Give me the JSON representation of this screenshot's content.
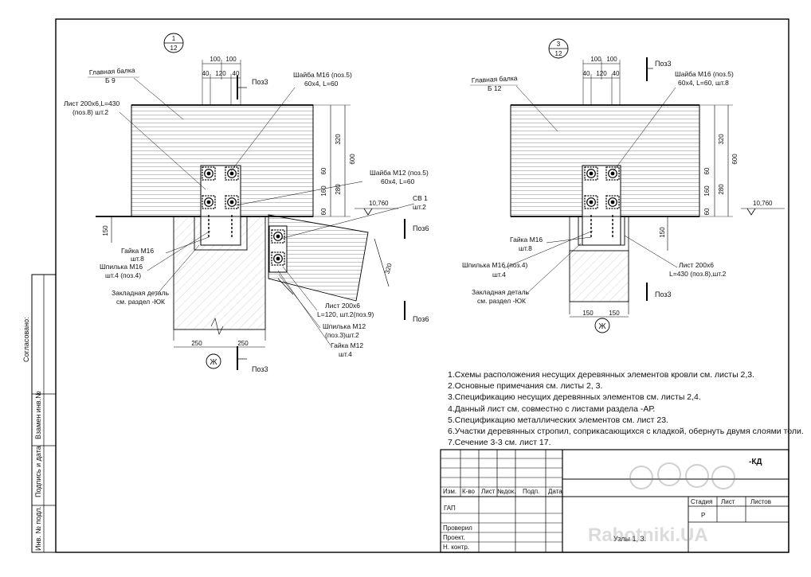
{
  "node1": {
    "marker_top": "1",
    "marker_bottom": "12",
    "beam_title": "Главная балка",
    "beam_code": "Б 9",
    "pos3_top": "Поз3",
    "pos3_bottom": "Поз3",
    "pos6_top": "Поз6",
    "pos6_bottom": "Поз6",
    "dims_top": [
      "100",
      "100"
    ],
    "dims_mid": [
      "40",
      "120",
      "40"
    ],
    "dims_right": [
      "320",
      "600",
      "60",
      "160",
      "280",
      "60"
    ],
    "dim_left": "150",
    "dims_bottom": [
      "250",
      "250"
    ],
    "dim_rafter": "320",
    "elevation": "10,760",
    "leaders": {
      "sheet_a": "Лист 200х6,L=430",
      "sheet_b": "(поз.8) шт.2",
      "washer16_a": "Шайба М16 (поз.5)",
      "washer16_b": "60х4, L=60",
      "washer12_a": "Шайба М12 (поз.5)",
      "washer12_b": "60х4, L=60",
      "sv_a": "СВ 1",
      "sv_b": "шт.2",
      "nut16_a": "Гайка М16",
      "nut16_b": "шт.8",
      "stud16_a": "Шпилька М16",
      "stud16_b": "шт.4 (поз.4)",
      "embed_a": "Закладная деталь",
      "embed_b": "см. раздел -ЮК",
      "sheet2_a": "Лист 200х6",
      "sheet2_b": "L=120, шт.2(поз.9)",
      "stud12_a": "Шпилька М12",
      "stud12_b": "(поз.3)шт.2",
      "nut12_a": "Гайка М12",
      "nut12_b": "шт.4"
    },
    "axis": "Ж"
  },
  "node3": {
    "marker_top": "3",
    "marker_bottom": "12",
    "beam_title": "Главная балка",
    "beam_code": "Б 12",
    "pos3_top": "Поз3",
    "pos3_bottom": "Поз3",
    "dims_top": [
      "100",
      "100"
    ],
    "dims_mid": [
      "40",
      "120",
      "40"
    ],
    "dims_right": [
      "320",
      "600",
      "60",
      "160",
      "280",
      "60"
    ],
    "dim_left": "150",
    "dims_bottom": [
      "150",
      "150"
    ],
    "elevation": "10,760",
    "leaders": {
      "washer16_a": "Шайба М16 (поз.5)",
      "washer16_b": "60х4, L=60, шт.8",
      "nut16_a": "Гайка М16",
      "nut16_b": "шт.8",
      "stud16_a": "Шпилька М16 (поз.4)",
      "stud16_b": "шт.4",
      "embed_a": "Закладная деталь",
      "embed_b": "см. раздел -ЮК",
      "sheet_a": "Лист 200х6",
      "sheet_b": "L=430 (поз.8),шт.2"
    },
    "axis": "Ж"
  },
  "notes": [
    "1.Схемы расположения несущих деревянных элементов кровли см. листы 2,3.",
    "2.Основные примечания см. листы 2, 3.",
    "3.Спецификацию несущих деревянных элементов см. листы 2,4.",
    "4.Данный лист см. совместно с листами раздела -АР.",
    "5.Спецификацию  металлических элементов см. лист 23.",
    "6.Участки деревянных стропил, соприкасающихся с кладкой, обернуть двумя слоями толи.",
    "7.Сечение 3-3 см. лист 17."
  ],
  "side_stamp": {
    "agreed": "Согласовано:",
    "replace_inv": "Взамен инв.№",
    "sign_date": "Подпись и дата",
    "inv_no": "Инв. № подл."
  },
  "title_block": {
    "code": "-КД",
    "cols": [
      "Изм.",
      "К-во",
      "Лист",
      "№док.",
      "Подп.",
      "Дата"
    ],
    "gap": "ГАП",
    "checked": "Проверил",
    "project": "Проект.",
    "norm": "Н. контр.",
    "stage_h": "Стадия",
    "sheet_h": "Лист",
    "sheets_h": "Листов",
    "stage_v": "Р",
    "drawing_title": "Узлы 1, 3."
  },
  "watermark": "Rabotniki.UA"
}
